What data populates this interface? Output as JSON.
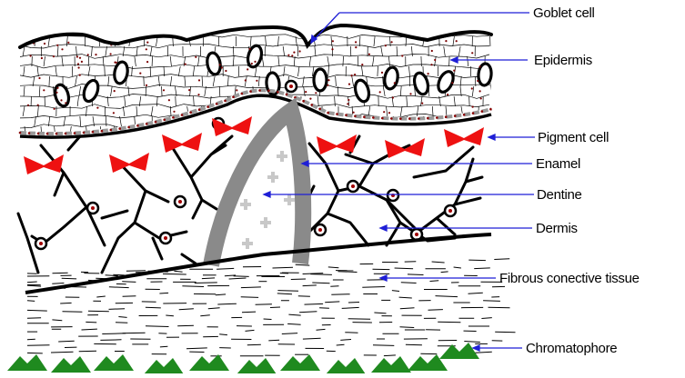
{
  "diagram": {
    "labels": {
      "goblet_cell": "Goblet cell",
      "epidermis": "Epidermis",
      "pigment_cell": "Pigment cell",
      "enamel": "Enamel",
      "dentine": "Dentine",
      "dermis": "Dermis",
      "fibrous_tissue": "Fibrous conective tissue",
      "chromatophore": "Chromatophore"
    },
    "colors": {
      "pointer": "#1f1fd6",
      "pigment": "#ee1111",
      "enamel": "#8a8a8a",
      "dentine_cross": "#c8c8c8",
      "chromatophore": "#1f8a1f",
      "outline": "#000000"
    }
  }
}
